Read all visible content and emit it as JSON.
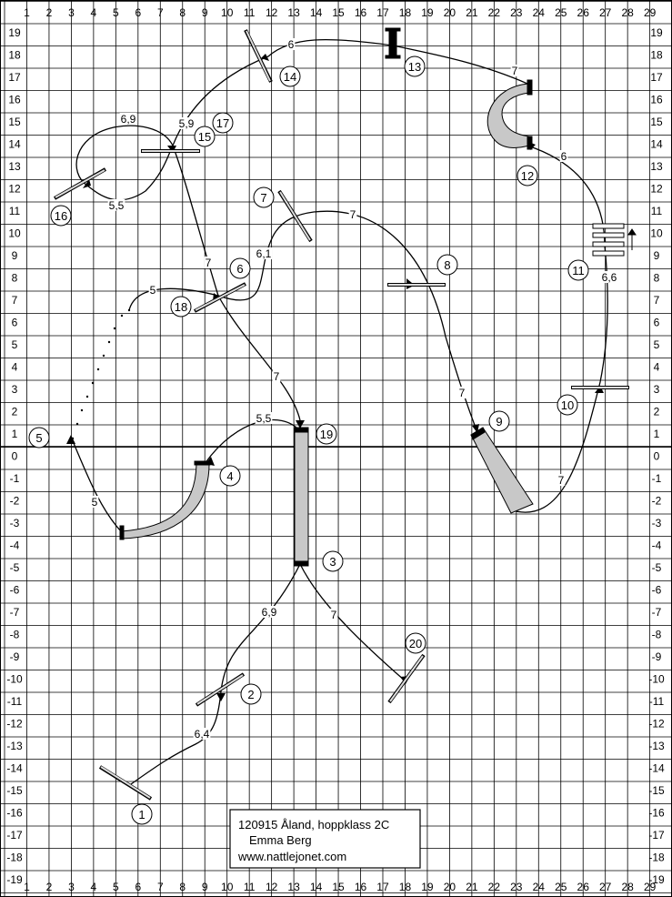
{
  "x_axis": [
    "1",
    "2",
    "3",
    "4",
    "5",
    "6",
    "7",
    "8",
    "9",
    "10",
    "11",
    "12",
    "13",
    "14",
    "15",
    "16",
    "17",
    "18",
    "19",
    "20",
    "21",
    "22",
    "23",
    "24",
    "25",
    "26",
    "27",
    "28",
    "29"
  ],
  "y_axis": [
    "19",
    "18",
    "17",
    "16",
    "15",
    "14",
    "13",
    "12",
    "11",
    "10",
    "9",
    "8",
    "7",
    "6",
    "5",
    "4",
    "3",
    "2",
    "1",
    "0",
    "-1",
    "-2",
    "-3",
    "-4",
    "-5",
    "-6",
    "-7",
    "-8",
    "-9",
    "-10",
    "-11",
    "-12",
    "-13",
    "-14",
    "-15",
    "-16",
    "-17",
    "-18",
    "-19"
  ],
  "obstacle_numbers": [
    "1",
    "2",
    "3",
    "4",
    "5",
    "6",
    "7",
    "8",
    "9",
    "10",
    "11",
    "12",
    "13",
    "14",
    "15",
    "16",
    "17",
    "18",
    "19",
    "20"
  ],
  "distances": [
    "6,4",
    "6,9",
    "7",
    "5",
    "5,5",
    "5",
    "6,1",
    "7",
    "7",
    "7",
    "6,6",
    "6",
    "7",
    "6",
    "5,9",
    "6,9",
    "5,5",
    "7",
    "7"
  ],
  "caption": {
    "line1": "120915 Åland, hoppklass 2C",
    "line2": "Emma Berg",
    "line3": "www.nattlejonet.com"
  }
}
